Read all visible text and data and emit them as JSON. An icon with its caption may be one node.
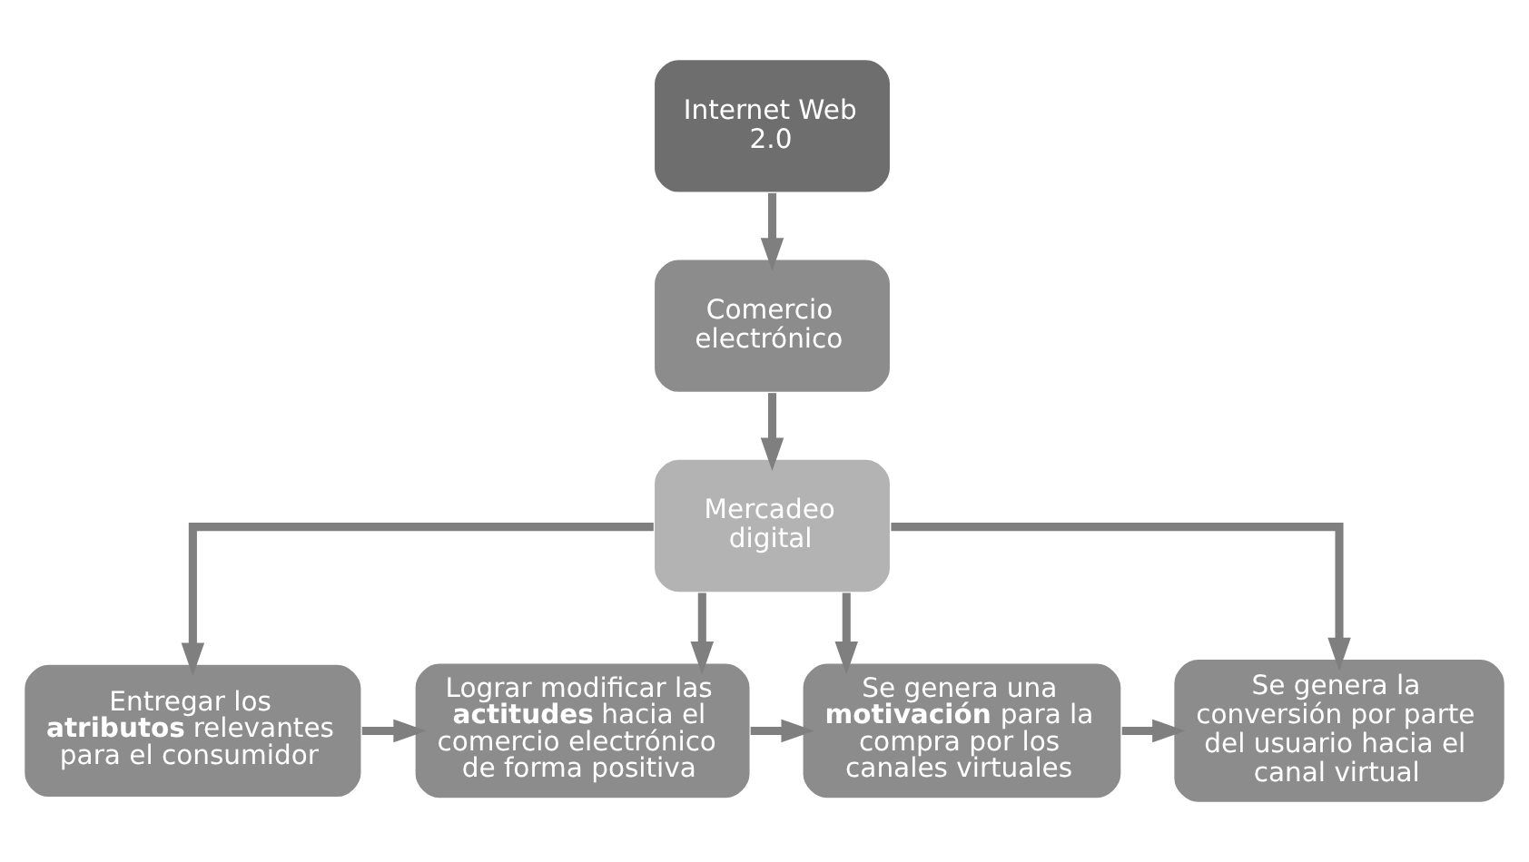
{
  "diagram": {
    "nodes": [
      {
        "text": [
          "Internet Web 2.0"
        ]
      },
      {
        "text": [
          "Comercio electrónico"
        ]
      },
      {
        "text": [
          "Mercadeo digital"
        ]
      },
      {
        "text": [
          "Entregar los **atributos** relevantes para el consumidor"
        ]
      },
      {
        "text": [
          "Lograr modificar las **actitudes** hacia el comercio electrónico de forma positiva"
        ]
      },
      {
        "text": [
          "Se genera una **motivación** para la compra por los canales virtuales"
        ]
      },
      {
        "text": [
          "Se genera la conversión por parte del usuario hacia el canal virtual"
        ]
      }
    ],
    "edges": [
      {
        "from": 0,
        "to": 1,
        "arrow": "to"
      },
      {
        "from": 1,
        "to": 2,
        "arrow": "to"
      },
      {
        "from": 2,
        "to": 3,
        "arrow": "to"
      },
      {
        "from": 2,
        "to": 4,
        "arrow": "to"
      },
      {
        "from": 2,
        "to": 5,
        "arrow": "to"
      },
      {
        "from": 2,
        "to": 6,
        "arrow": "to"
      },
      {
        "from": 3,
        "to": 4,
        "arrow": "to"
      },
      {
        "from": 4,
        "to": 5,
        "arrow": "to"
      },
      {
        "from": 5,
        "to": 6,
        "arrow": "to"
      }
    ]
  }
}
